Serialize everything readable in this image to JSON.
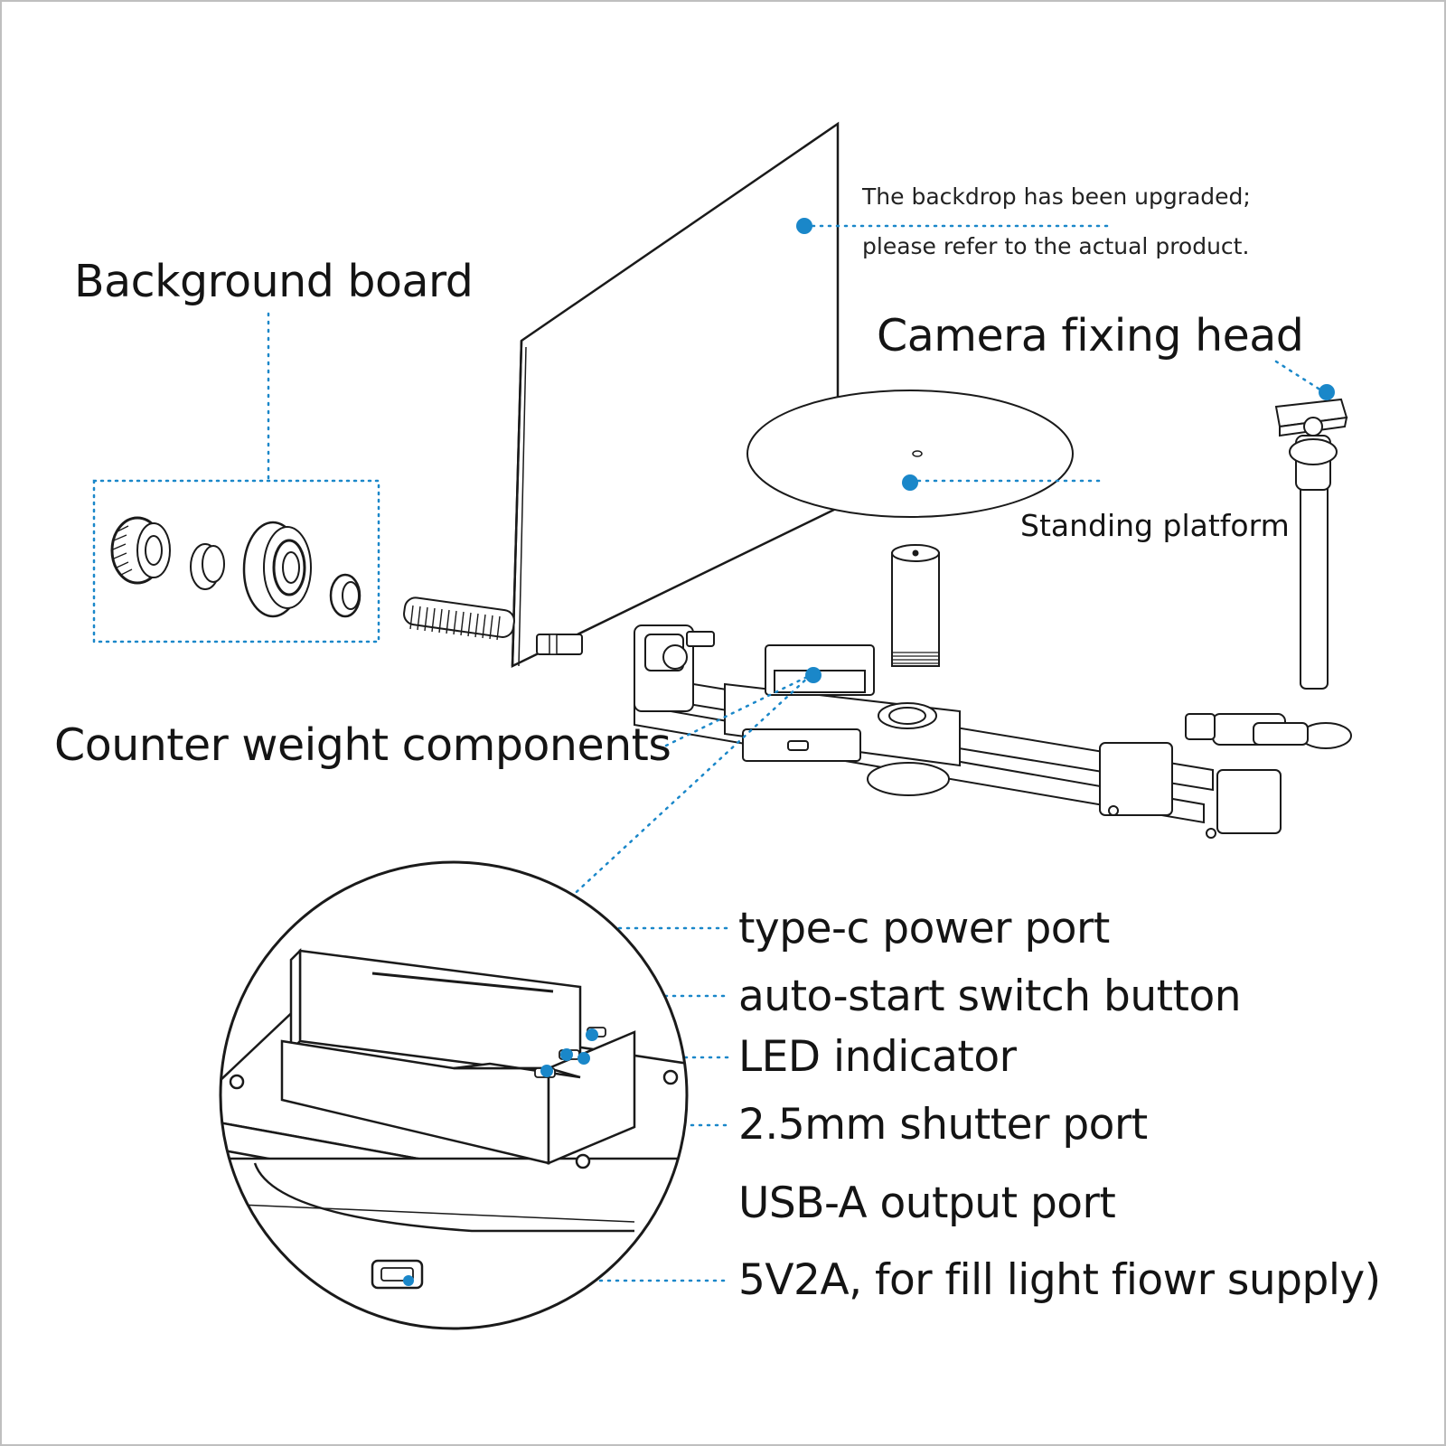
{
  "labels": {
    "background_board": "Background board",
    "backdrop_note_line1": "The backdrop has been upgraded;",
    "backdrop_note_line2": "please refer to the actual product.",
    "camera_fixing_head": "Camera fixing head",
    "standing_platform": "Standing platform",
    "counter_weight": "Counter weight components",
    "typec_port": "type-c power port",
    "auto_start": "auto-start switch button",
    "led_indicator": "LED indicator",
    "shutter_port": "2.5mm shutter port",
    "usb_a_port": "USB-A output port",
    "usb_a_spec": "5V2A, for fill light fiowr supply)"
  },
  "colors": {
    "callout": "#1a87c9",
    "line": "#1a1a1a",
    "frame": "#bfbfbf"
  }
}
